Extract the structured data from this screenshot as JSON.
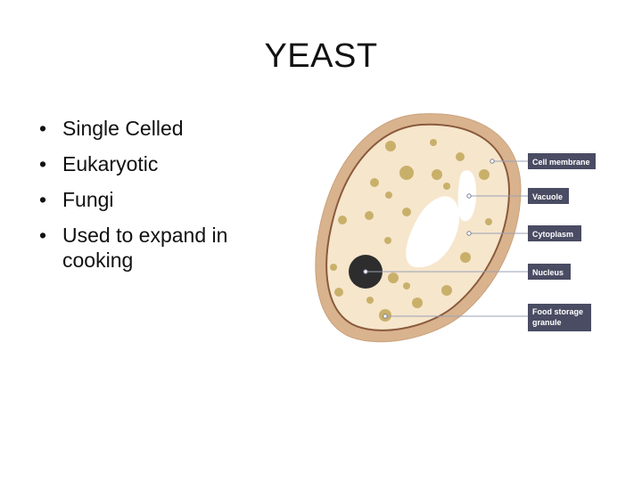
{
  "slide": {
    "title": "YEAST",
    "bullets": [
      "Single Celled",
      "Eukaryotic",
      "Fungi",
      "Used to expand in cooking"
    ],
    "bullet_glyph": "•"
  },
  "diagram": {
    "labels": {
      "cell_membrane": "Cell membrane",
      "vacuole": "Vacuole",
      "cytoplasm": "Cytoplasm",
      "nucleus": "Nucleus",
      "food_storage_line1": "Food storage",
      "food_storage_line2": "granule"
    },
    "colors": {
      "membrane": "#d9b38e",
      "membrane_edge": "#8a5a3c",
      "cytoplasm": "#f6e6cc",
      "granule": "#c9b06a",
      "nucleus": "#2d2d2d",
      "vacuole": "#ffffff",
      "label_box": "#4a4c63",
      "leader_line": "#9aa0b4"
    }
  }
}
